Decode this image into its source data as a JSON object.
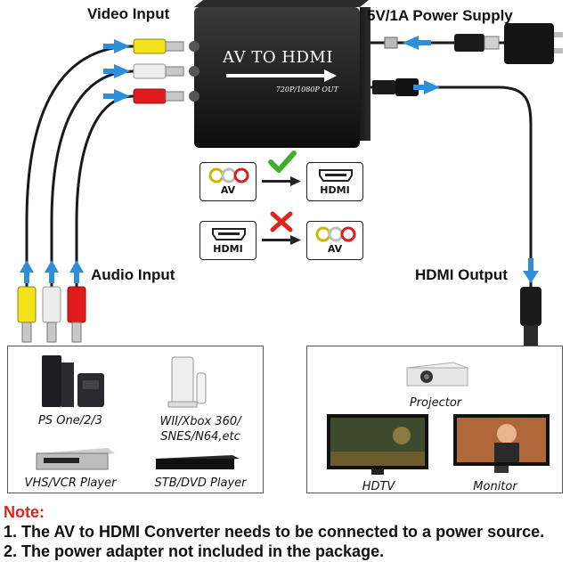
{
  "labels": {
    "video_input": "Video Input",
    "power_supply": "5V/1A Power Supply",
    "audio_input": "Audio Input",
    "hdmi_output": "HDMI Output"
  },
  "device": {
    "title": "AV TO HDMI",
    "subtitle": "720P/1080P OUT"
  },
  "compat": {
    "ok": {
      "from": "AV",
      "to": "HDMI"
    },
    "no": {
      "from": "HDMI",
      "to": "AV"
    }
  },
  "sources": [
    {
      "name": "PS One/2/3"
    },
    {
      "name": "WII/Xbox 360/\nSNES/N64,etc"
    },
    {
      "name": "VHS/VCR Player"
    },
    {
      "name": "STB/DVD Player"
    }
  ],
  "displays": [
    {
      "name": "Projector"
    },
    {
      "name": "HDTV"
    },
    {
      "name": "Monitor"
    }
  ],
  "note": {
    "heading": "Note:",
    "line1": "1. The AV to HDMI Converter needs to be connected to a power source.",
    "line2": "2. The power adapter not included in the package."
  },
  "colors": {
    "arrow_blue": "#2e8fd8",
    "rca_yellow": "#f2e21b",
    "rca_white": "#e6e6e6",
    "rca_red": "#e01b1b",
    "check_green": "#3fae2a",
    "cross_red": "#e0231b",
    "note_red": "#e0231b"
  },
  "icons": [
    "check-icon",
    "cross-icon",
    "right-arrow-icon",
    "hdmi-port-icon",
    "rca-jacks-icon"
  ]
}
